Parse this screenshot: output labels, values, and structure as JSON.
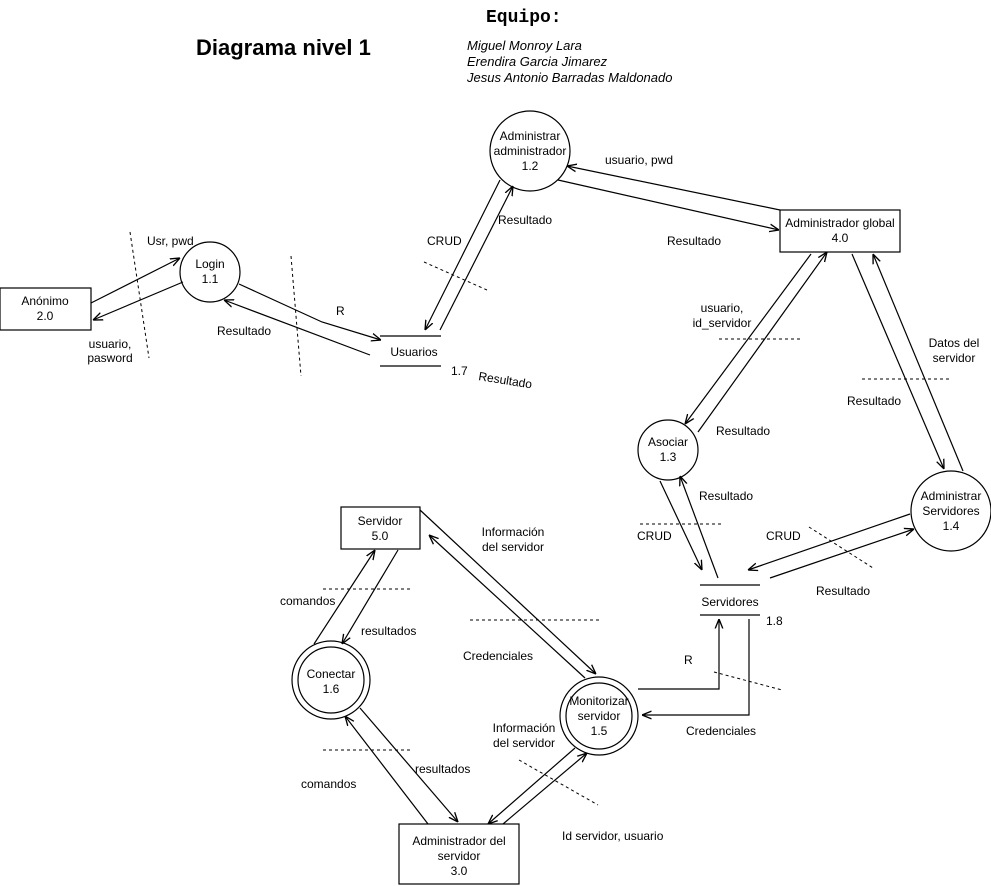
{
  "header": {
    "team_title": "Equipo:",
    "diagram_title": "Diagrama nivel 1",
    "members": [
      "Miguel Monroy Lara",
      "Erendira Garcia Jimarez",
      "Jesus Antonio Barradas  Maldonado"
    ]
  },
  "entities": {
    "anonimo": [
      "Anónimo",
      "2.0"
    ],
    "admin_global": [
      "Administrador global",
      "4.0"
    ],
    "servidor": [
      "Servidor",
      "5.0"
    ],
    "admin_servidor": [
      "Administrador del",
      "servidor",
      "3.0"
    ]
  },
  "processes": {
    "login": [
      "Login",
      "1.1"
    ],
    "admin_admin": [
      "Administrar",
      "administrador",
      "1.2"
    ],
    "asociar": [
      "Asociar",
      "1.3"
    ],
    "admin_servidores": [
      "Administrar",
      "Servidores",
      "1.4"
    ],
    "monitorizar": [
      "Monitorizar",
      "servidor",
      "1.5"
    ],
    "conectar": [
      "Conectar",
      "1.6"
    ]
  },
  "stores": {
    "usuarios": {
      "name": "Usuarios",
      "id": "1.7"
    },
    "servidores": {
      "name": "Servidores",
      "id": "1.8"
    }
  },
  "flows": {
    "usr_pwd": "Usr, pwd",
    "usuario_pasword": [
      "usuario,",
      "pasword"
    ],
    "resultado_login": "Resultado",
    "r_usuarios": "R",
    "resultado_usuarios": "Resultado",
    "crud_admin": "CRUD",
    "resultado_admin": "Resultado",
    "usuario_pwd": "usuario, pwd",
    "resultado_global": "Resultado",
    "usuario_idservidor": [
      "usuario,",
      "id_servidor"
    ],
    "resultado_asociar_1": "Resultado",
    "resultado_asociar_2": "Resultado",
    "datos_servidor": [
      "Datos del",
      "servidor"
    ],
    "resultado_datos": "Resultado",
    "crud_asociar": "CRUD",
    "crud_servidores": "CRUD",
    "resultado_servidores": "Resultado",
    "informacion_servidor": [
      "Información",
      "del servidor"
    ],
    "credenciales_1": "Credenciales",
    "r_servidores": "R",
    "credenciales_2": "Credenciales",
    "comandos_1": "comandos",
    "resultados_1": "resultados",
    "comandos_2": "comandos",
    "resultados_2": "resultados",
    "informacion_servidor_2": [
      "Información",
      "del servidor"
    ],
    "id_servidor_usuario": "Id servidor, usuario"
  }
}
